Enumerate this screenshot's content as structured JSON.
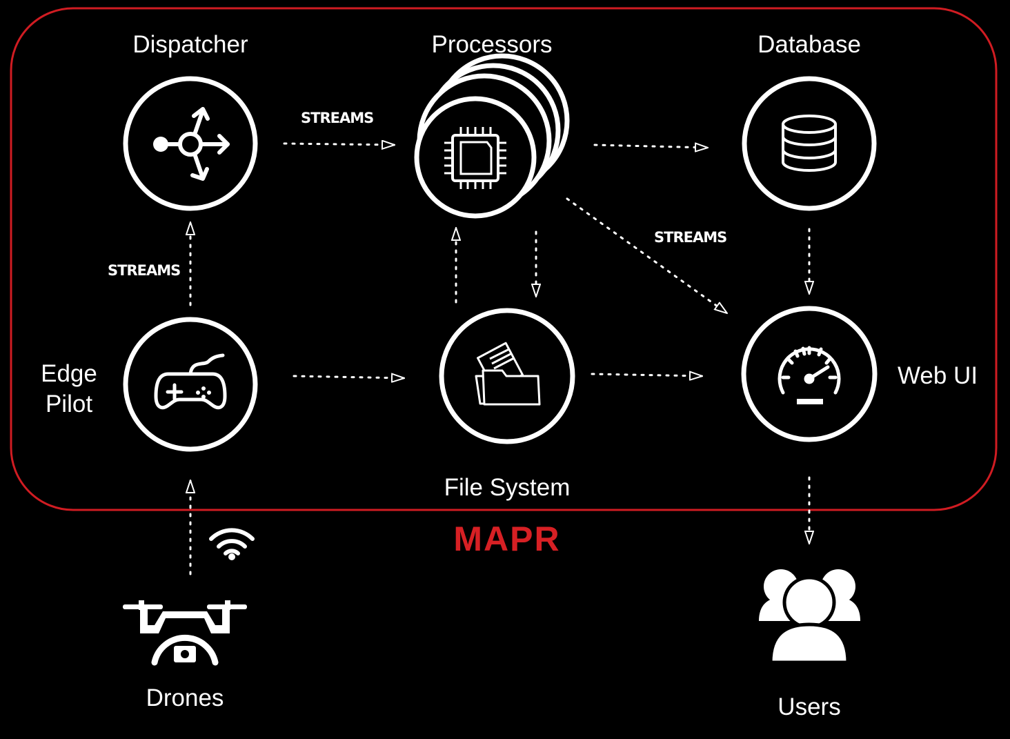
{
  "nodes": {
    "dispatcher": {
      "label": "Dispatcher"
    },
    "processors": {
      "label": "Processors"
    },
    "database": {
      "label": "Database"
    },
    "edge_pilot": {
      "label": "Edge\nPilot"
    },
    "file_system": {
      "label": "File System"
    },
    "web_ui": {
      "label": "Web UI"
    },
    "drones": {
      "label": "Drones"
    },
    "users": {
      "label": "Users"
    }
  },
  "edge_labels": {
    "dispatcher_to_processors": "STREAMS",
    "edge_pilot_to_dispatcher": "STREAMS",
    "processors_to_web_ui": "STREAMS"
  },
  "brand": {
    "logo": "MAPR"
  },
  "colors": {
    "background": "#000000",
    "container_border": "#d01c22",
    "foreground": "#ffffff",
    "brand": "#d72024"
  },
  "icons": {
    "dispatcher": "routing-arrows-icon",
    "processors": "cpu-chip-icon",
    "database": "database-stack-icon",
    "edge_pilot": "gamepad-icon",
    "file_system": "folder-documents-icon",
    "web_ui": "speedometer-icon",
    "drones": "drone-icon",
    "wifi": "wifi-icon",
    "users": "users-group-icon"
  }
}
